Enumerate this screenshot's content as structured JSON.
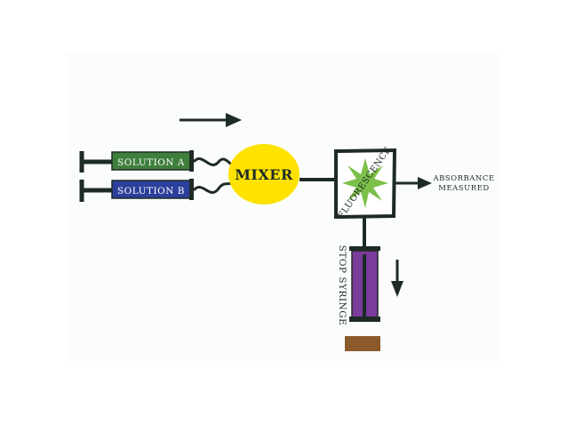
{
  "diagram": {
    "solution_a": "SOLUTION A",
    "solution_b": "SOLUTION B",
    "mixer": "MIXER",
    "fluorescence": "FLUORESCENCE",
    "absorbance_line1": "ABSORBANCE",
    "absorbance_line2": "MEASURED",
    "stop_syringe": "STOP SYRINGE"
  },
  "colors": {
    "solution_a": "#3f7f3c",
    "solution_b": "#2c3f9b",
    "mixer": "#ffe200",
    "stop_syringe": "#7a3b9a",
    "stopper": "#8b5a2b",
    "fluor_star": "#7cc04a",
    "line": "#1e2b25",
    "panel": "#fbfdfc"
  }
}
